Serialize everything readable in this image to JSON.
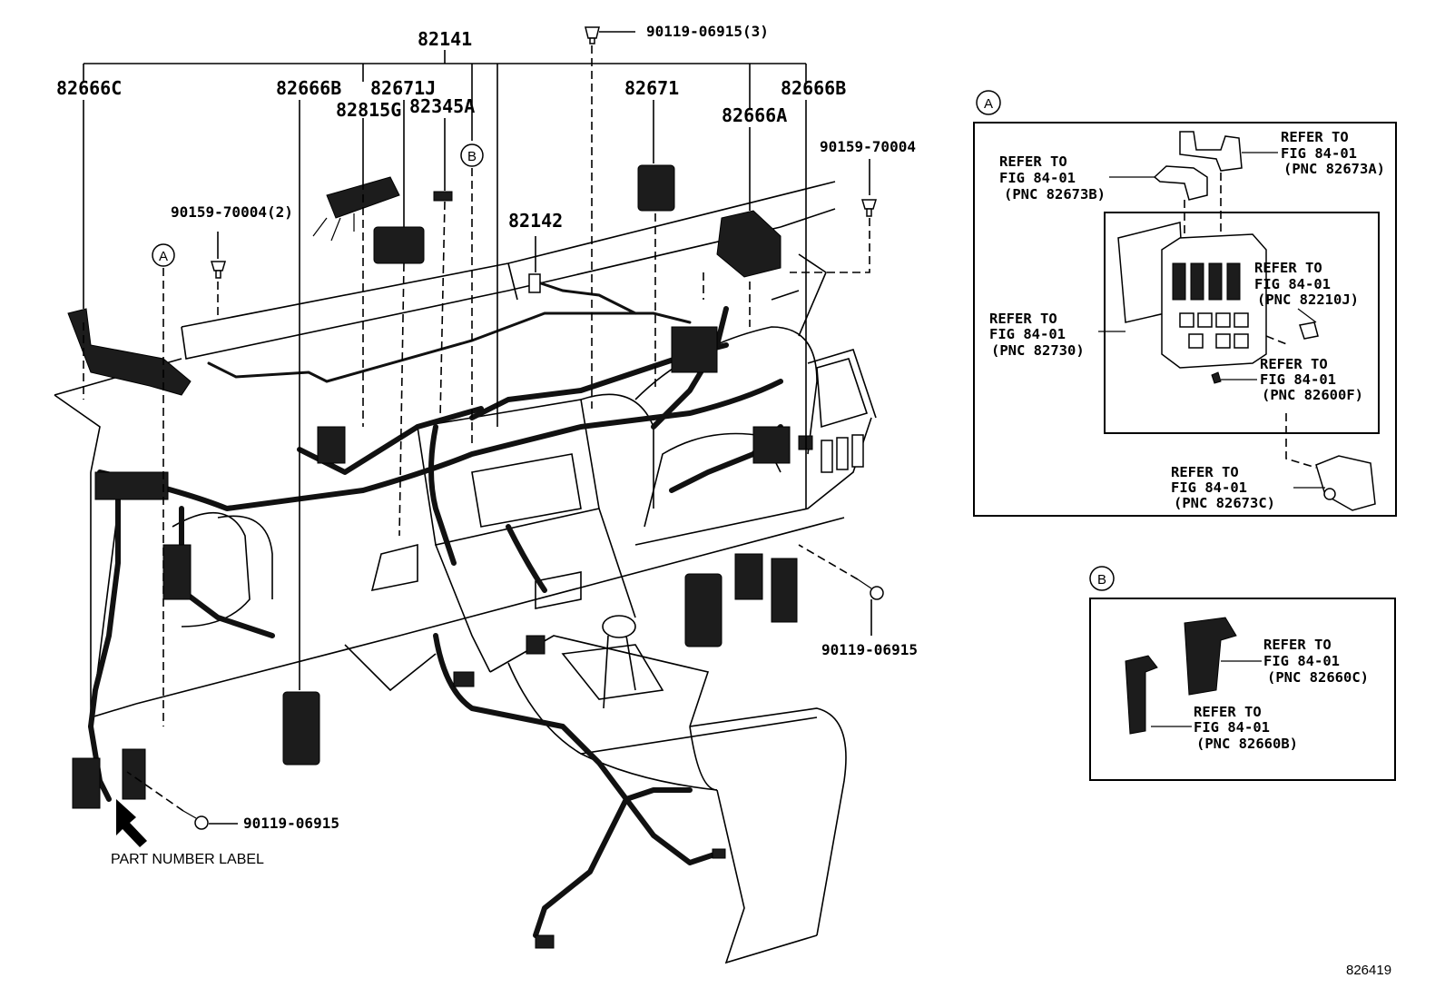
{
  "part_numbers": {
    "n82141": "82141",
    "n90119_06915_3": "90119-06915(3)",
    "n82666C": "82666C",
    "n82666B_left": "82666B",
    "n82671J": "82671J",
    "n82815G": "82815G",
    "n82345A": "82345A",
    "n82671": "82671",
    "n82666B_right": "82666B",
    "n82666A": "82666A",
    "n90159_70004_right": "90159-70004",
    "n90159_70004_2": "90159-70004(2)",
    "n82142": "82142",
    "n90119_06915_right": "90119-06915",
    "n90119_06915_bottom": "90119-06915"
  },
  "callouts": {
    "a": "A",
    "b": "B"
  },
  "part_label_note": "PART NUMBER LABEL",
  "figure_id": "826419",
  "inset_a": {
    "refs": [
      {
        "l1": "REFER TO",
        "l2": "FIG 84-01",
        "l3": "(PNC 82673A)"
      },
      {
        "l1": "REFER TO",
        "l2": "FIG 84-01",
        "l3": "(PNC 82673B)"
      },
      {
        "l1": "REFER TO",
        "l2": "FIG 84-01",
        "l3": "(PNC 82210J)"
      },
      {
        "l1": "REFER TO",
        "l2": "FIG 84-01",
        "l3": "(PNC 82730)"
      },
      {
        "l1": "REFER TO",
        "l2": "FIG 84-01",
        "l3": "(PNC 82600F)"
      },
      {
        "l1": "REFER TO",
        "l2": "FIG 84-01",
        "l3": "(PNC 82673C)"
      }
    ]
  },
  "inset_b": {
    "refs": [
      {
        "l1": "REFER TO",
        "l2": "FIG 84-01",
        "l3": "(PNC 82660C)"
      },
      {
        "l1": "REFER TO",
        "l2": "FIG 84-01",
        "l3": "(PNC 82660B)"
      }
    ]
  }
}
